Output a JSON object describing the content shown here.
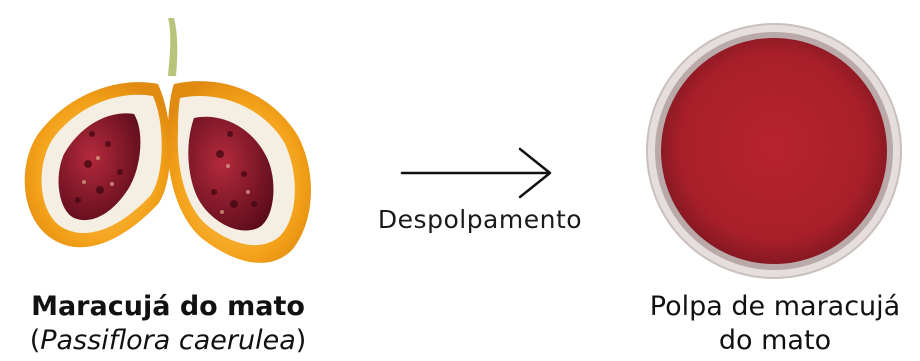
{
  "left": {
    "name": "Maracujá do mato",
    "scientific_open": "(",
    "scientific_name": "Passiflora caerulea",
    "scientific_close": ")"
  },
  "process": {
    "label": "Despolpamento"
  },
  "right": {
    "line1": "Polpa de maracujá",
    "line2": "do mato"
  },
  "colors": {
    "fruit_skin": "#f3a21a",
    "fruit_flesh": "#f4efe2",
    "seeds": "#7a1226",
    "pulp": "#b5252f",
    "bowl_rim": "#d8d2d0",
    "arrow": "#111111"
  }
}
